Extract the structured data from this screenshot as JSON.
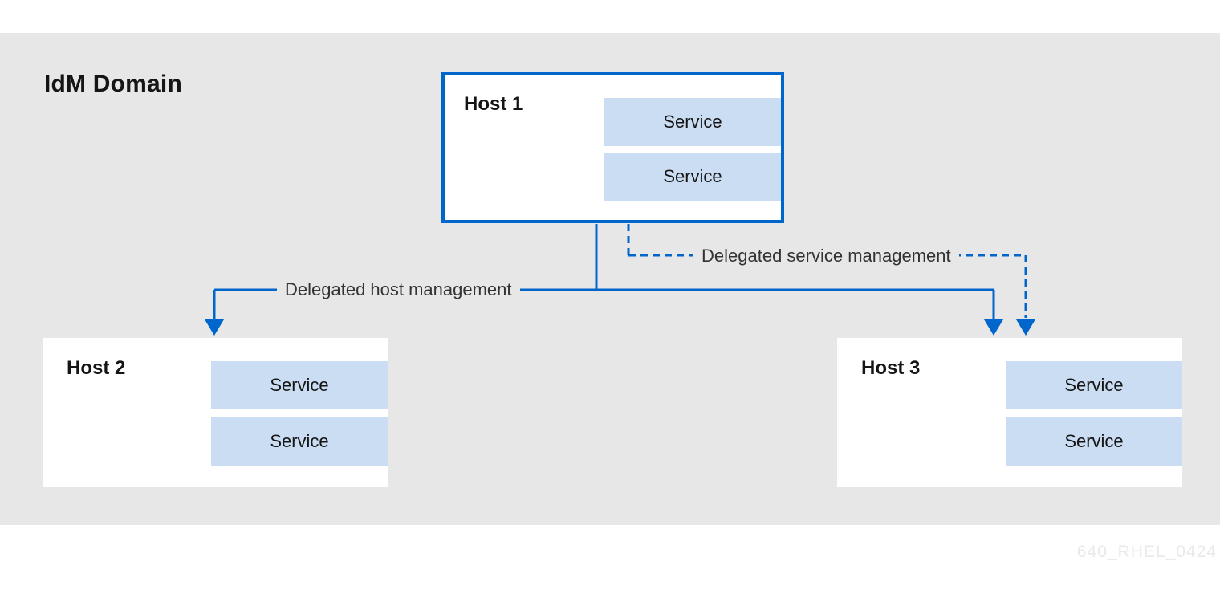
{
  "title": "IdM Domain",
  "watermark": "640_RHEL_0424",
  "colors": {
    "accent_blue": "#0066cc",
    "service_fill": "#cbddf2",
    "band_gray": "#e7e7e7",
    "text_dark": "#151515",
    "label_gray": "#333333",
    "watermark_gray": "#e9e9eb"
  },
  "hosts": [
    {
      "label": "Host 1",
      "bordered": true,
      "services": [
        "Service",
        "Service"
      ]
    },
    {
      "label": "Host 2",
      "bordered": false,
      "services": [
        "Service",
        "Service"
      ]
    },
    {
      "label": "Host 3",
      "bordered": false,
      "services": [
        "Service",
        "Service"
      ]
    }
  ],
  "connections": [
    {
      "label": "Delegated host management",
      "style": "solid",
      "from": "Host 1",
      "to": [
        "Host 2",
        "Host 3"
      ]
    },
    {
      "label": "Delegated service management",
      "style": "dashed",
      "from": "Host 1",
      "to": [
        "Host 3"
      ]
    }
  ]
}
